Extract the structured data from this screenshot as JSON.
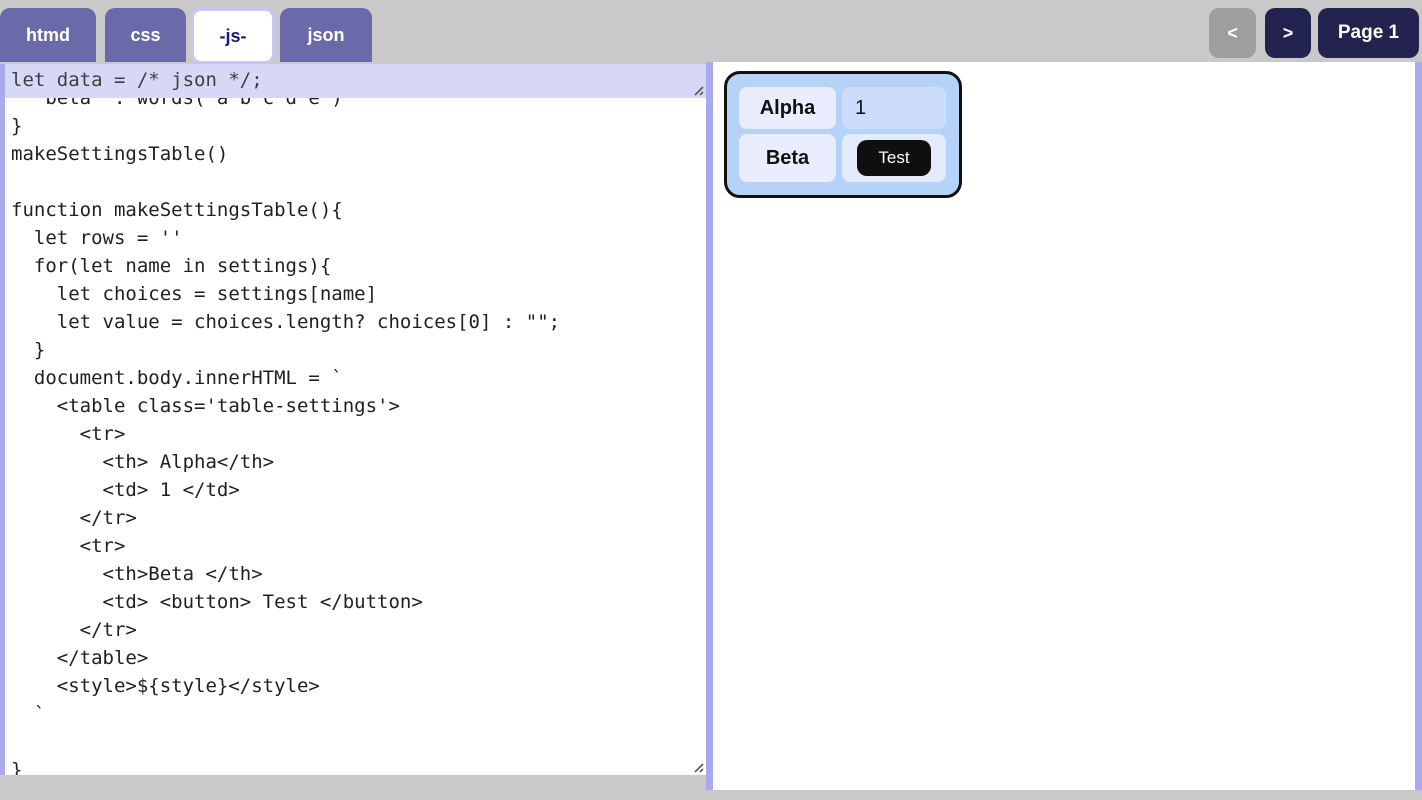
{
  "tabs": [
    {
      "label": "htmd",
      "active": false
    },
    {
      "label": "css",
      "active": false
    },
    {
      "label": "-js-",
      "active": true
    },
    {
      "label": "json",
      "active": false
    }
  ],
  "pager": {
    "prev_label": "<",
    "next_label": ">",
    "page_label": "Page 1"
  },
  "editor": {
    "data_line": "let data = /* json */;",
    "code": "  'beta' : words('a b c d e')\n}\nmakeSettingsTable()\n\nfunction makeSettingsTable(){\n  let rows = ''\n  for(let name in settings){\n    let choices = settings[name]\n    let value = choices.length? choices[0] : \"\";\n  }\n  document.body.innerHTML = `\n    <table class='table-settings'>\n      <tr>\n        <th> Alpha</th>\n        <td> 1 </td>\n      </tr>\n      <tr>\n        <th>Beta </th>\n        <td> <button> Test </button>\n      </tr>\n    </table>\n    <style>${style}</style>\n  `\n\n}"
  },
  "preview": {
    "table": {
      "rows": [
        {
          "header": "Alpha",
          "value": "1",
          "value_type": "text"
        },
        {
          "header": "Beta",
          "value": "Test",
          "value_type": "button"
        }
      ]
    }
  },
  "colors": {
    "tab_purple": "#6a6aab",
    "active_tab_text": "#1a1a78",
    "nav_navy": "#232350",
    "nav_gray": "#9e9e9e",
    "panel_border_purple": "#a9aaee",
    "data_editor_bg": "#d6d8f5",
    "table_outer_blue": "#b5d2f8",
    "table_header_cell": "#eaedfd",
    "table_value_cell": "#cddcfa",
    "test_button_bg": "#0f0f0f"
  }
}
